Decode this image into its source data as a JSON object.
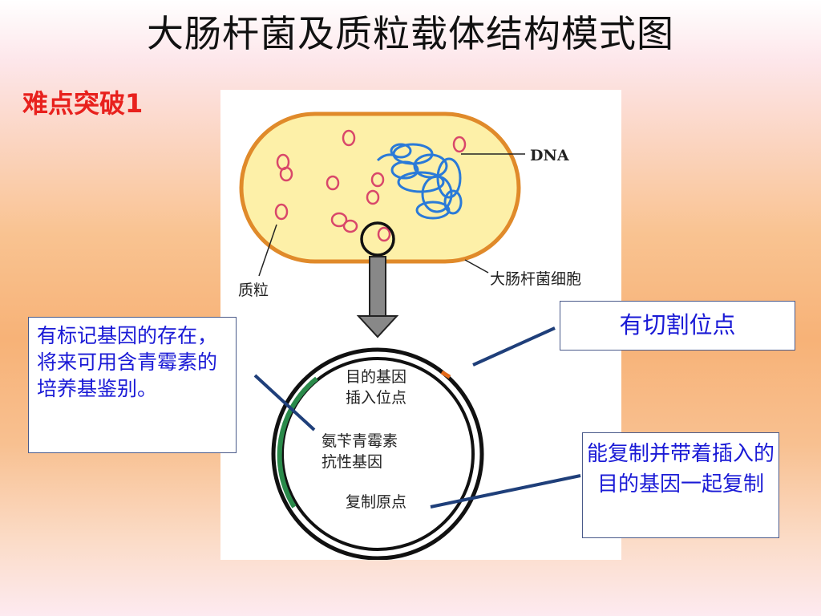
{
  "slide": {
    "title": "大肠杆菌及质粒载体结构模式图",
    "subtitle": "难点突破1"
  },
  "figure": {
    "labels": {
      "dna": "DNA",
      "cell": "大肠杆菌细胞",
      "plasmid": "质粒",
      "insertion_site_line1": "目的基因",
      "insertion_site_line2": "插入位点",
      "resistance_line1": "氨苄青霉素",
      "resistance_line2": "抗性基因",
      "origin": "复制原点"
    }
  },
  "callouts": {
    "marker_gene": "有标记基因的存在，将来可用含青霉素的培养基鉴别。",
    "cut_site": "有切割位点",
    "replication": "能复制并带着插入的目的基因一起复制"
  }
}
